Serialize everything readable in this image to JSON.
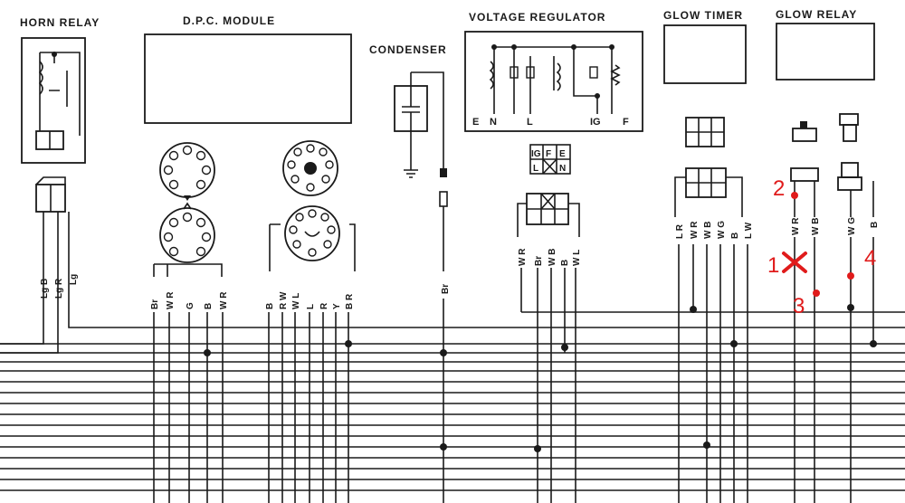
{
  "components": {
    "horn_relay": "HORN RELAY",
    "dpc_module": "D.P.C. MODULE",
    "condenser": "CONDENSER",
    "voltage_regulator": "VOLTAGE  REGULATOR",
    "glow_timer": "GLOW TIMER",
    "glow_relay": "GLOW RELAY"
  },
  "regulator_terminals": [
    "E",
    "N",
    "L",
    "IG",
    "F"
  ],
  "connector_letters": {
    "top": [
      "IG",
      "F",
      "E"
    ],
    "bottom": [
      "L",
      "N"
    ]
  },
  "wire_labels": {
    "horn": [
      "Lg B",
      "Lg R",
      "Lg"
    ],
    "dpc_left": [
      "Br",
      "W R",
      "G",
      "B",
      "W R"
    ],
    "dpc_right": [
      "B",
      "R W",
      "W L",
      "L",
      "R",
      "Y",
      "B R"
    ],
    "condenser": [
      "Br"
    ],
    "regulator": [
      "W R",
      "Br",
      "W B",
      "B",
      "W L"
    ],
    "timer": [
      "L R",
      "W R",
      "W B",
      "W G",
      "B",
      "L W"
    ],
    "glow_left": [
      "W R",
      "W B"
    ],
    "glow_right": [
      "W G",
      "B"
    ]
  },
  "annotations": {
    "color": "#e01b1b",
    "labels": [
      "1",
      "2",
      "3",
      "4"
    ]
  }
}
